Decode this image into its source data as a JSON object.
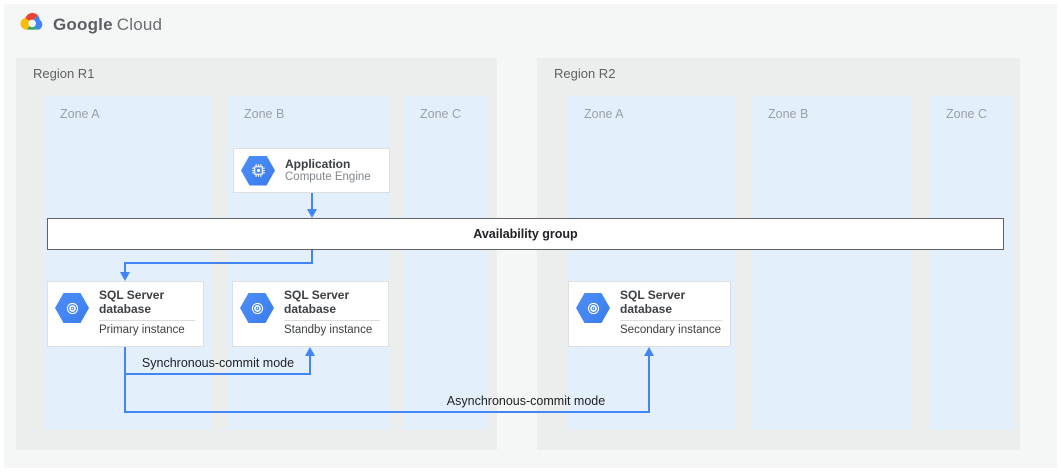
{
  "logo": {
    "google": "Google",
    "cloud": "Cloud"
  },
  "regions": [
    {
      "label": "Region R1",
      "zones": [
        {
          "label": "Zone A"
        },
        {
          "label": "Zone B"
        },
        {
          "label": "Zone C"
        }
      ]
    },
    {
      "label": "Region R2",
      "zones": [
        {
          "label": "Zone A"
        },
        {
          "label": "Zone B"
        },
        {
          "label": "Zone C"
        }
      ]
    }
  ],
  "nodes": {
    "application": {
      "title": "Application",
      "subtitle": "Compute Engine"
    },
    "availability_group": {
      "label": "Availability group"
    },
    "sql_primary": {
      "title": "SQL Server database",
      "subtitle": "Primary instance"
    },
    "sql_standby": {
      "title": "SQL Server database",
      "subtitle": "Standby instance"
    },
    "sql_secondary": {
      "title": "SQL Server database",
      "subtitle": "Secondary instance"
    }
  },
  "edges": {
    "sync_label": "Synchronous-commit mode",
    "async_label": "Asynchronous-commit mode"
  },
  "colors": {
    "accent_blue": "#4285F4",
    "zone_bg": "#E3F0FC",
    "region_bg": "#ECEDED",
    "page_bg": "#F5F6F6",
    "logo_red": "#EA4335",
    "logo_blue": "#4285F4",
    "logo_green": "#34A853",
    "logo_yellow": "#FBBC05"
  }
}
